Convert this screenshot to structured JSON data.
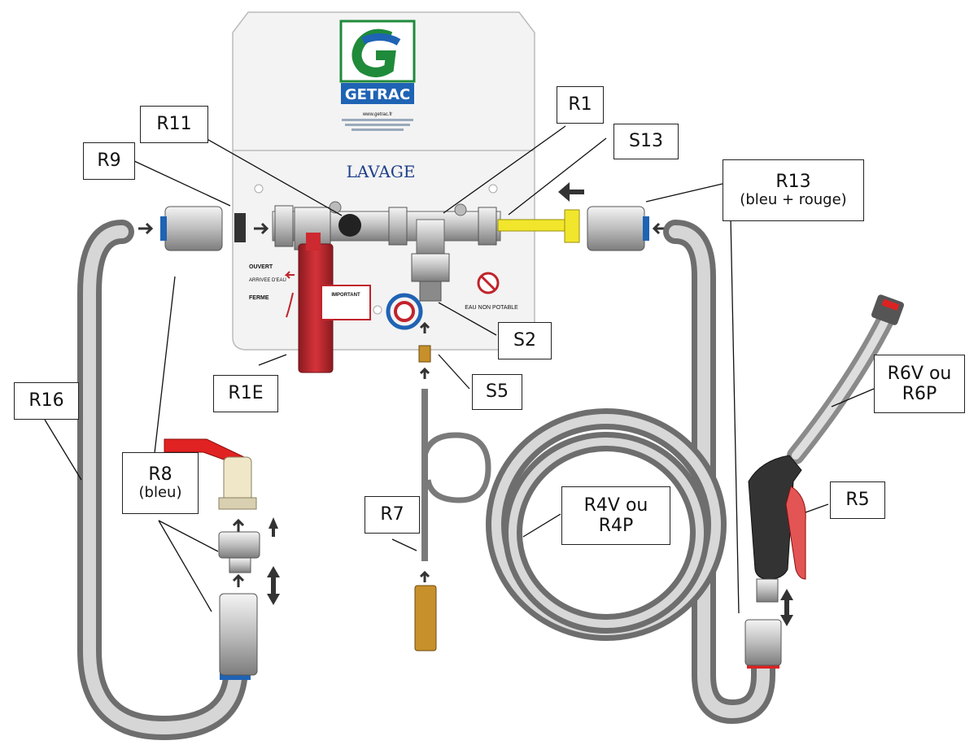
{
  "panel": {
    "brand": "GETRAC",
    "title": "LAVAGE",
    "contact_lines": [
      "www.getrac.fr",
      "",
      "",
      ""
    ],
    "valve_open": "OUVERT",
    "valve_water": "ARRIVEE D'EAU",
    "valve_closed": "FERME",
    "important_tag": "IMPORTANT",
    "non_potable": "EAU NON POTABLE"
  },
  "callouts": {
    "R1": "R1",
    "R11": "R11",
    "S13": "S13",
    "R9": "R9",
    "R13": "R13",
    "R13_note": "(bleu + rouge)",
    "S2": "S2",
    "S5": "S5",
    "R1E": "R1E",
    "R16": "R16",
    "R8": "R8",
    "R8_note": "(bleu)",
    "R7": "R7",
    "R4_line1": "R4V ou",
    "R4_line2": "R4P",
    "R5": "R5",
    "R6_line1": "R6V ou",
    "R6_line2": "R6P"
  },
  "colors": {
    "panel": "#f3f3f3",
    "valve_red": "#c0242b",
    "lever_red": "#e12222",
    "hose_gray": "#9a9a9a",
    "yellow_part": "#f2e62c",
    "brass": "#c8902a",
    "logo_blue": "#1f63b4",
    "logo_green": "#1f8a3a"
  }
}
